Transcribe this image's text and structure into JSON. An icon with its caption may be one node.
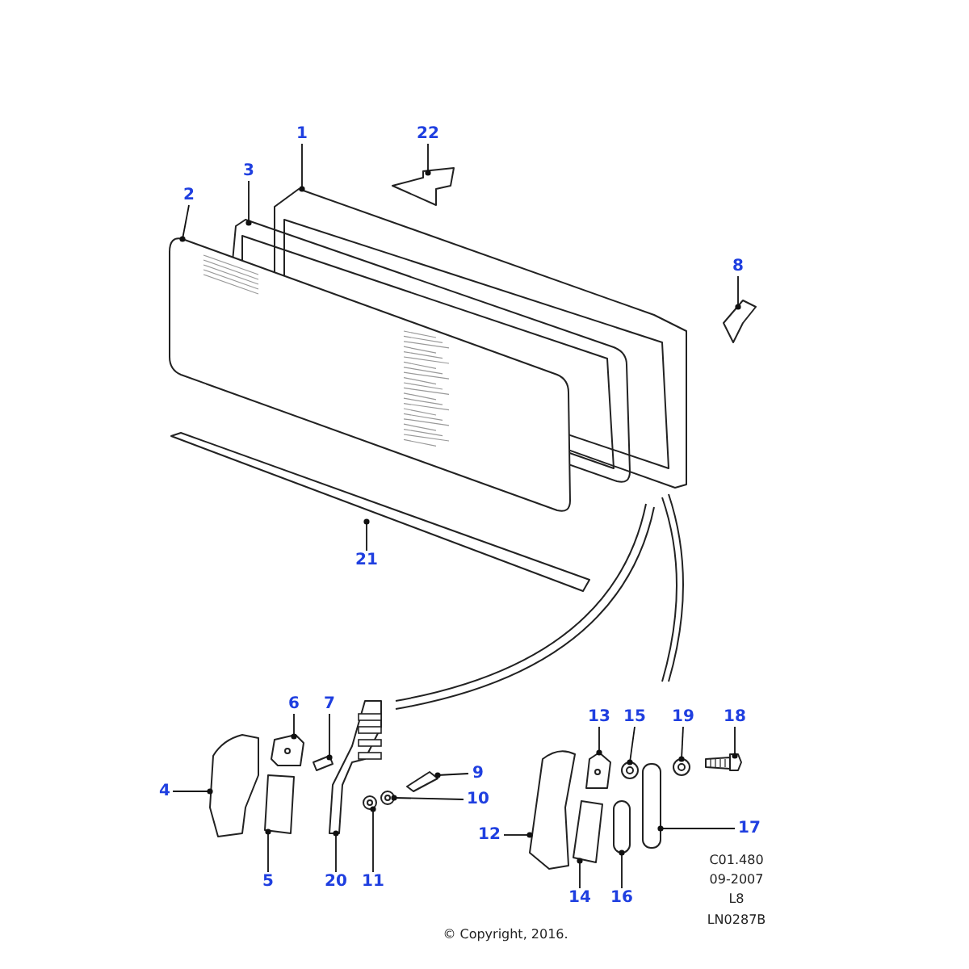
{
  "diagram": {
    "nodes": [
      {
        "text": [
          "22"
        ]
      },
      {
        "text": [
          "1"
        ]
      },
      {
        "text": [
          "3"
        ]
      },
      {
        "text": [
          "2"
        ]
      },
      {
        "text": [
          "8"
        ]
      },
      {
        "text": [
          "21"
        ]
      },
      {
        "text": [
          "6"
        ]
      },
      {
        "text": [
          "7"
        ]
      },
      {
        "text": [
          "4"
        ]
      },
      {
        "text": [
          "9"
        ]
      },
      {
        "text": [
          "10"
        ]
      },
      {
        "text": [
          "5"
        ]
      },
      {
        "text": [
          "20"
        ]
      },
      {
        "text": [
          "11"
        ]
      },
      {
        "text": [
          "13"
        ]
      },
      {
        "text": [
          "15"
        ]
      },
      {
        "text": [
          "19"
        ]
      },
      {
        "text": [
          "18"
        ]
      },
      {
        "text": [
          "12"
        ]
      },
      {
        "text": [
          "17"
        ]
      },
      {
        "text": [
          "14"
        ]
      },
      {
        "text": [
          "16"
        ]
      },
      {
        "text": [],
        "shape": "picture"
      },
      {
        "text": [],
        "shape": "picture"
      },
      {
        "text": [],
        "shape": "picture"
      },
      {
        "text": [],
        "shape": "picture"
      },
      {
        "text": [],
        "shape": "picture"
      },
      {
        "text": [],
        "shape": "picture"
      },
      {
        "text": [],
        "shape": "picture"
      },
      {
        "text": [],
        "shape": "picture"
      },
      {
        "text": [],
        "shape": "picture"
      },
      {
        "text": [],
        "shape": "picture"
      },
      {
        "text": [],
        "shape": "picture"
      },
      {
        "text": [],
        "shape": "picture"
      },
      {
        "text": [],
        "shape": "picture"
      },
      {
        "text": [],
        "shape": "picture"
      },
      {
        "text": [],
        "shape": "picture"
      },
      {
        "text": [],
        "shape": "picture"
      },
      {
        "text": [],
        "shape": "picture"
      },
      {
        "text": [],
        "shape": "picture"
      },
      {
        "text": [],
        "shape": "picture"
      },
      {
        "text": [],
        "shape": "picture"
      },
      {
        "text": [],
        "shape": "picture"
      },
      {
        "text": [],
        "shape": "picture"
      }
    ],
    "edges": [
      {
        "from": 0,
        "to": 22,
        "arrow": "other"
      },
      {
        "from": 1,
        "to": 23,
        "arrow": "other"
      },
      {
        "from": 2,
        "to": 24,
        "arrow": "other"
      },
      {
        "from": 3,
        "to": 25,
        "arrow": "other"
      },
      {
        "from": 4,
        "to": 26,
        "arrow": "other"
      },
      {
        "from": 5,
        "to": 27,
        "arrow": "other"
      },
      {
        "from": 6,
        "to": 28,
        "arrow": "other"
      },
      {
        "from": 7,
        "to": 29,
        "arrow": "other"
      },
      {
        "from": 8,
        "to": 30,
        "arrow": "other"
      },
      {
        "from": 9,
        "to": 31,
        "arrow": "other"
      },
      {
        "from": 10,
        "to": 32,
        "arrow": "other"
      },
      {
        "from": 11,
        "to": 33,
        "arrow": "other"
      },
      {
        "from": 12,
        "to": 34,
        "arrow": "other"
      },
      {
        "from": 13,
        "to": 35,
        "arrow": "other"
      },
      {
        "from": 14,
        "to": 36,
        "arrow": "other"
      },
      {
        "from": 15,
        "to": 37,
        "arrow": "other"
      },
      {
        "from": 16,
        "to": 38,
        "arrow": "other"
      },
      {
        "from": 17,
        "to": 39,
        "arrow": "other"
      },
      {
        "from": 18,
        "to": 40,
        "arrow": "other"
      },
      {
        "from": 19,
        "to": 41,
        "arrow": "other"
      },
      {
        "from": 20,
        "to": 42,
        "arrow": "other"
      },
      {
        "from": 21,
        "to": 43,
        "arrow": "other"
      }
    ],
    "labels": [
      "C01.480",
      "09-2007",
      "L8",
      "LN0287B",
      "© Copyright, 2016."
    ]
  }
}
